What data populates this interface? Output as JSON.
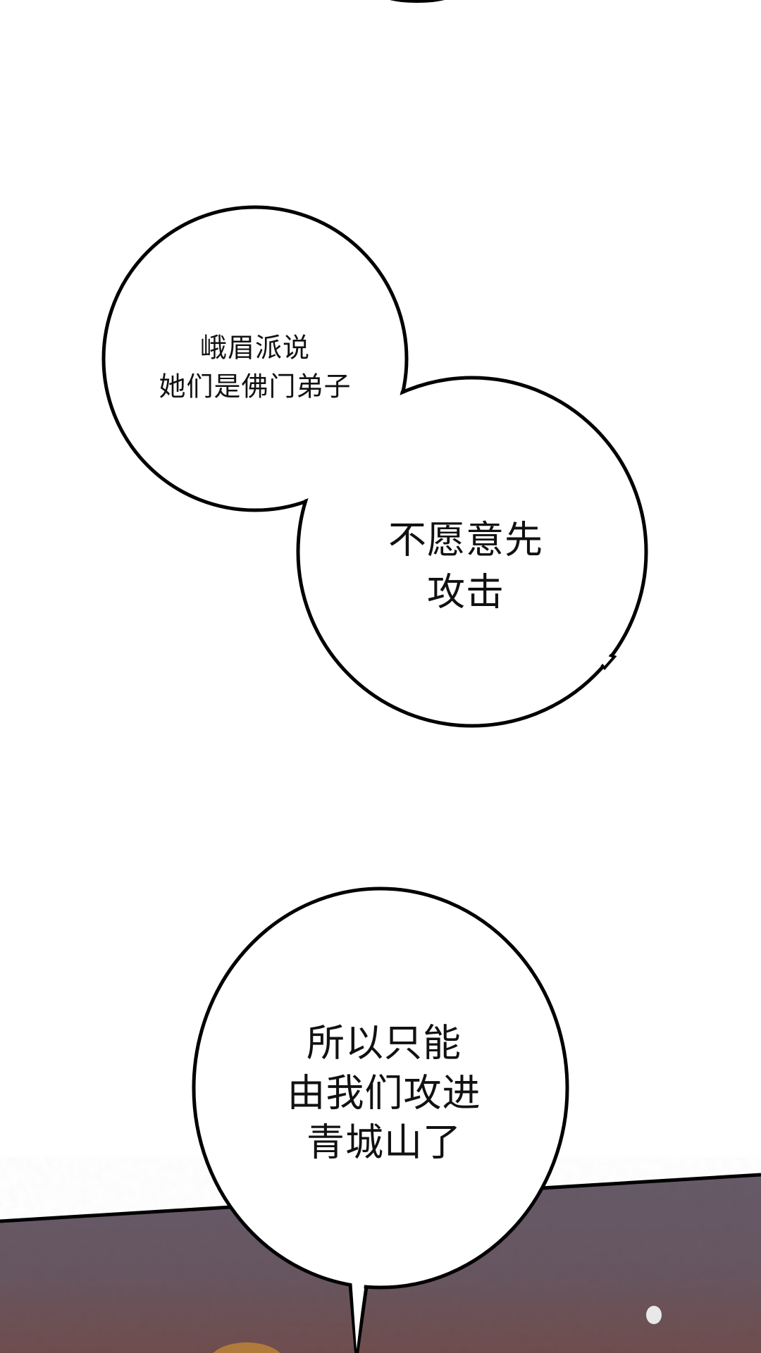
{
  "bubbles": [
    {
      "lines": [
        "峨眉派说",
        "她们是佛门弟子"
      ]
    },
    {
      "lines": [
        "不愿意先",
        "攻击"
      ]
    },
    {
      "lines": [
        "所以只能",
        "由我们攻进",
        "青城山了"
      ]
    }
  ],
  "colors": {
    "panel_top": "#5f4c5e",
    "panel_bottom": "#6b3a3a",
    "outline": "#000000"
  }
}
